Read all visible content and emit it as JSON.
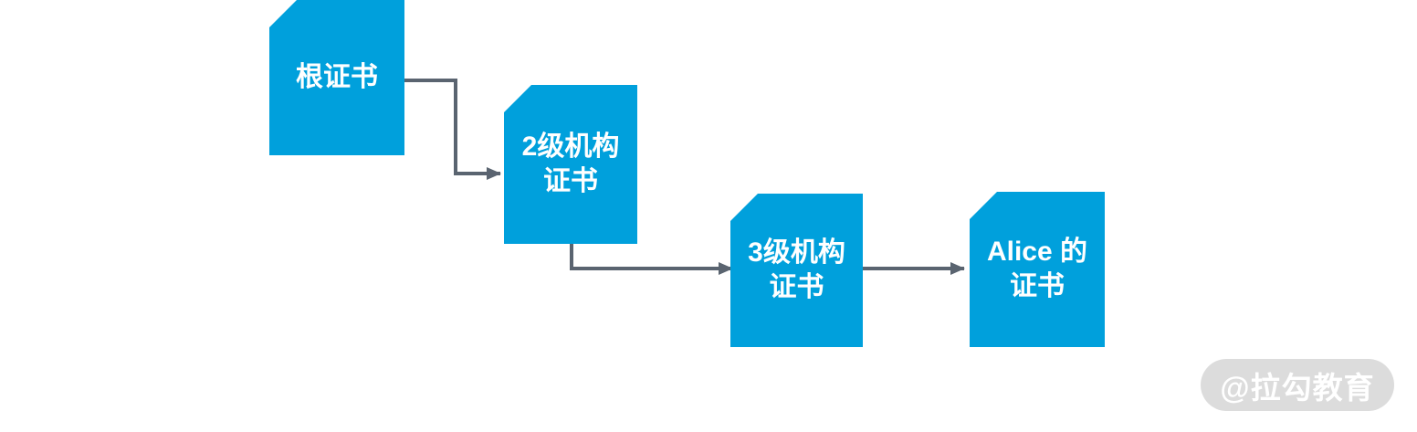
{
  "diagram": {
    "title": "certificate-chain",
    "nodes": [
      {
        "id": "root-cert",
        "label": "根证书"
      },
      {
        "id": "level2-cert",
        "label": "2级机构\n证书"
      },
      {
        "id": "level3-cert",
        "label": "3级机构\n证书"
      },
      {
        "id": "alice-cert",
        "label": "Alice 的\n证书"
      }
    ],
    "edges": [
      {
        "from": "root-cert",
        "to": "level2-cert"
      },
      {
        "from": "level2-cert",
        "to": "level3-cert"
      },
      {
        "from": "level3-cert",
        "to": "alice-cert"
      }
    ]
  },
  "watermark": {
    "text": "@拉勾教育"
  },
  "colors": {
    "node_fill": "#00A0DC",
    "node_text": "#FFFFFF",
    "arrow": "#5A6470",
    "watermark_bg": "#DCDCDC",
    "watermark_text": "#FFFFFF",
    "canvas_bg": "#FFFFFF"
  }
}
